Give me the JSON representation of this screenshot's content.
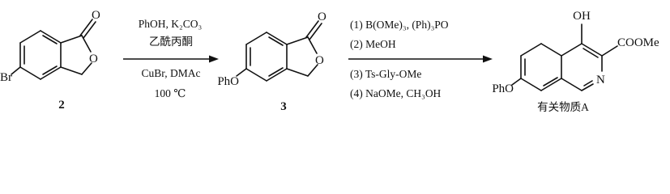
{
  "compound_2": {
    "label": "2",
    "atoms": {
      "carbonyl_o": "O",
      "ring_o": "O",
      "substituent": "Br"
    }
  },
  "step_1": {
    "above": [
      "PhOH, K₂CO₃",
      "乙酰丙酮"
    ],
    "below": [
      "CuBr, DMAc",
      "100 ℃"
    ]
  },
  "compound_3": {
    "label": "3",
    "atoms": {
      "carbonyl_o": "O",
      "ring_o": "O",
      "substituent": "PhO"
    }
  },
  "step_2": {
    "above": [
      "(1) B(OMe)₃, (Ph)₃PO",
      "(2) MeOH"
    ],
    "below": [
      "(3) Ts-Gly-OMe",
      "(4) NaOMe, CH₃OH"
    ]
  },
  "product": {
    "label": "有关物质A",
    "atoms": {
      "hydroxyl": "OH",
      "ester": "COOMe",
      "ring_n": "N",
      "substituent": "PhO"
    }
  }
}
